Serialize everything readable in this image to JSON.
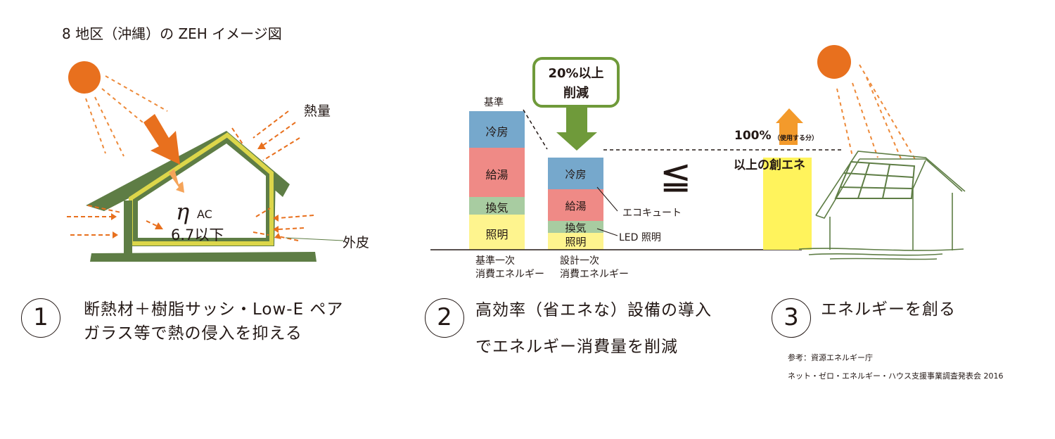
{
  "title": "8 地区（沖縄）の ZEH イメージ図",
  "house_left": {
    "heat_label": "熱量",
    "skin_label": "外皮",
    "eta_symbol": "η",
    "eta_subscript": "AC",
    "eta_value": "6.7以下"
  },
  "chart_data": {
    "type": "bar",
    "stacking": "stacked",
    "categories": [
      "基準一次\n消費エネルギー",
      "設計一次\n消費エネルギー"
    ],
    "category_lines": [
      [
        "基準一次",
        "消費エネルギー"
      ],
      [
        "設計一次",
        "消費エネルギー"
      ]
    ],
    "top_label": "基準",
    "series": [
      {
        "name": "照明",
        "values": [
          50,
          24
        ],
        "color": "#fef48e"
      },
      {
        "name": "換気",
        "values": [
          25,
          17
        ],
        "color": "#a8cca1"
      },
      {
        "name": "給湯",
        "values": [
          70,
          45
        ],
        "color": "#ef8a86"
      },
      {
        "name": "冷房",
        "values": [
          52,
          45
        ],
        "color": "#76a8cc"
      }
    ],
    "callouts": [
      "エコキュート",
      "LED 照明"
    ],
    "reduction_label_lines": [
      "20%以上",
      "削減"
    ],
    "leq_symbol": "≦",
    "generation": {
      "label_main": "100%",
      "label_note": "（使用する分）",
      "label_second": "以上の創エネ",
      "value": 131,
      "color": "#fff35c",
      "arrow_color": "#f39a2b"
    },
    "colors": {
      "line_accent": "#6f9a3a",
      "sun": "#e8701e",
      "house_green": "#5e7d45",
      "insulation": "#dcd64a"
    }
  },
  "points": [
    {
      "number": "1",
      "lines": [
        "断熱材＋樹脂サッシ・Low-E ペア",
        "ガラス等で熱の侵入を抑える"
      ]
    },
    {
      "number": "2",
      "lines": [
        "高効率（省エネな）設備の導入",
        "でエネルギー消費量を削減"
      ]
    },
    {
      "number": "3",
      "lines": [
        "エネルギーを創る"
      ]
    }
  ],
  "source": {
    "line1": "参考：資源エネルギー庁",
    "line2": "ネット・ゼロ・エネルギー・ハウス支援事業調査発表会 2016"
  }
}
